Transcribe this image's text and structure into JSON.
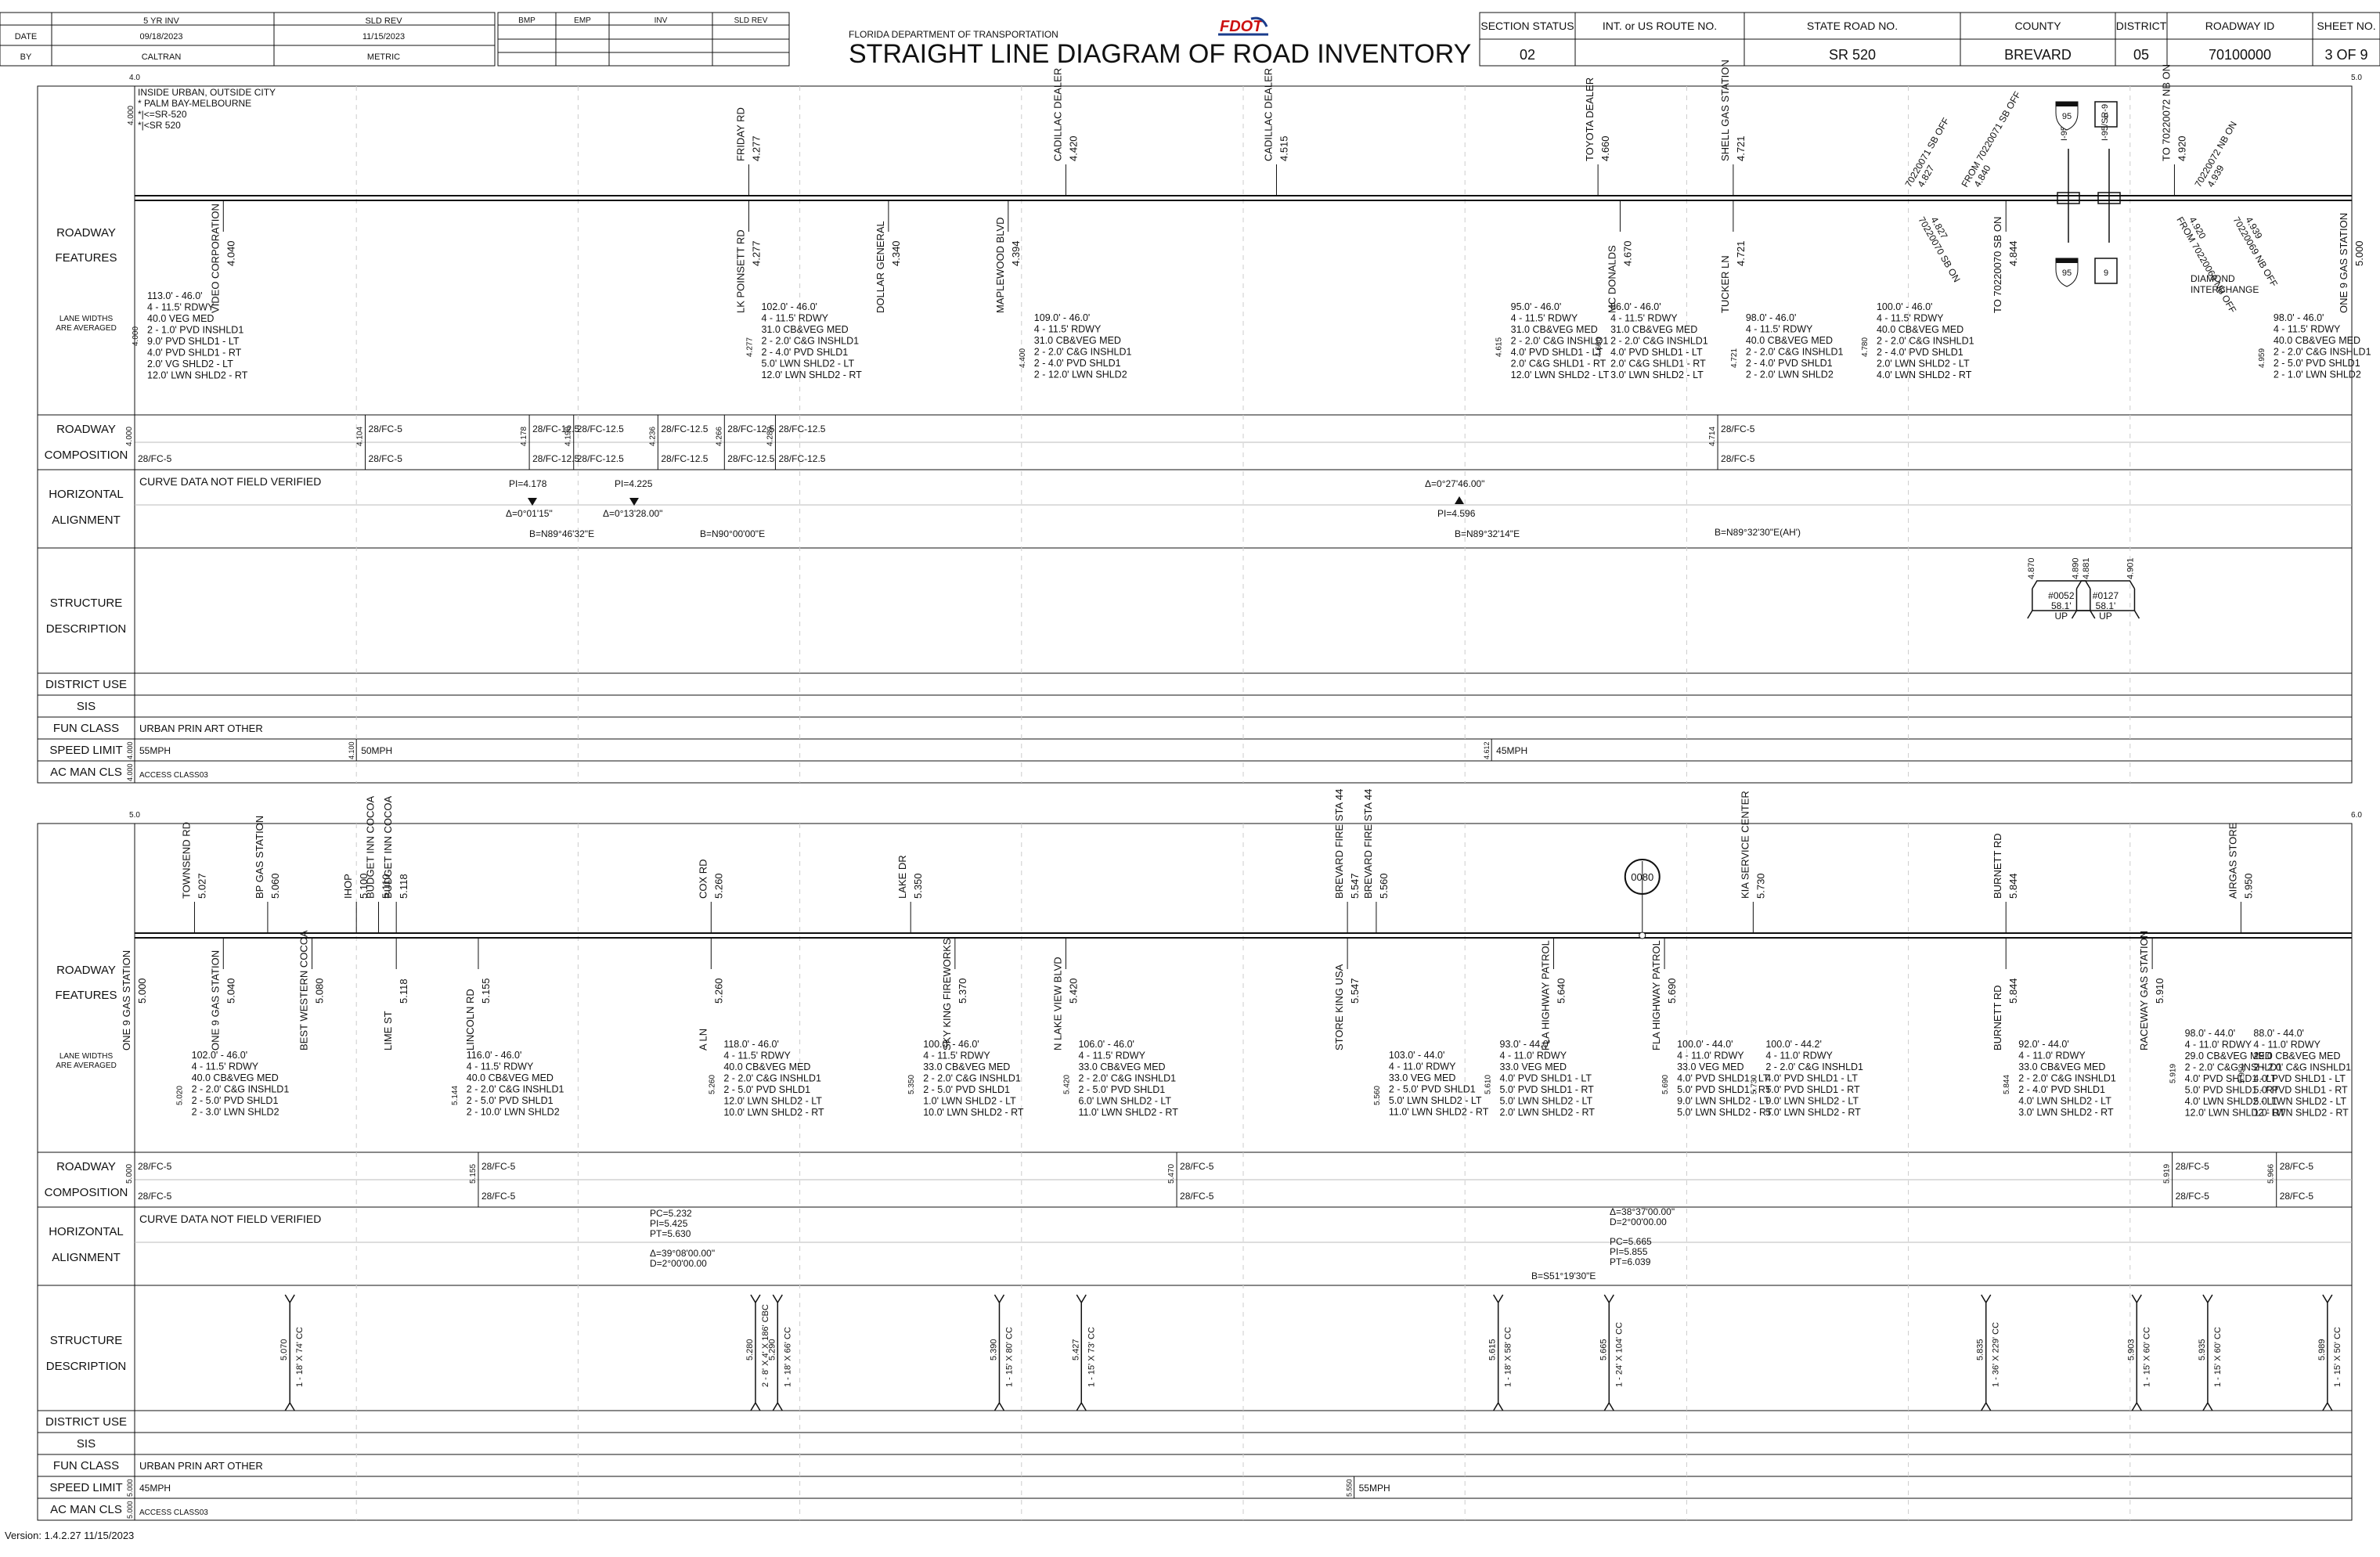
{
  "header": {
    "inv_label": "5 YR INV",
    "sld_label": "SLD REV",
    "date_label": "DATE",
    "date_value": "09/18/2023",
    "sld_date": "11/15/2023",
    "by_label": "BY",
    "by_value": "CALTRAN",
    "units": "METRIC",
    "rev_cols": [
      "BMP",
      "EMP",
      "INV",
      "SLD REV"
    ],
    "agency": "FLORIDA DEPARTMENT OF TRANSPORTATION",
    "logo_text": "FDOT",
    "title": "STRAIGHT LINE DIAGRAM OF ROAD INVENTORY",
    "fields": [
      {
        "label": "SECTION STATUS",
        "value": "02"
      },
      {
        "label": "INT. or US ROUTE NO.",
        "value": ""
      },
      {
        "label": "STATE ROAD NO.",
        "value": "SR 520"
      },
      {
        "label": "COUNTY",
        "value": "BREVARD"
      },
      {
        "label": "DISTRICT",
        "value": "05"
      },
      {
        "label": "ROADWAY ID",
        "value": "70100000"
      },
      {
        "label": "SHEET NO.",
        "value": "3 OF 9"
      }
    ]
  },
  "row_labels": {
    "roadway": "ROADWAY",
    "features": "FEATURES",
    "lane_widths_1": "LANE WIDTHS",
    "lane_widths_2": "ARE AVERAGED",
    "composition": "COMPOSITION",
    "horizontal": "HORIZONTAL",
    "alignment": "ALIGNMENT",
    "structure": "STRUCTURE",
    "description": "DESCRIPTION",
    "district_use": "DISTRICT USE",
    "sis": "SIS",
    "fun_class": "FUN CLASS",
    "speed_limit": "SPEED LIMIT",
    "ac_man_cls": "AC MAN CLS"
  },
  "panel1": {
    "scale_start": "4.0",
    "scale_end": "5.0",
    "urban_note": [
      "INSIDE URBAN, OUTSIDE CITY",
      "* PALM BAY-MELBOURNE",
      "*|<=SR-520",
      "*|<SR  520"
    ],
    "urban_mp": "4.000",
    "features_above": [
      {
        "name": "FRIDAY RD",
        "mp": "4.277"
      },
      {
        "name": "CADILLAC DEALER",
        "mp": "4.420"
      },
      {
        "name": "CADILLAC DEALER",
        "mp": "4.515"
      },
      {
        "name": "TOYOTA DEALER",
        "mp": "4.660"
      },
      {
        "name": "SHELL GAS STATION",
        "mp": "4.721"
      },
      {
        "name": "TO 70220072 NB ON",
        "mp": "4.920"
      }
    ],
    "features_below": [
      {
        "name": "VIDEO CORPORATION",
        "mp": "4.040"
      },
      {
        "name": "LK POINSETT RD",
        "mp": "4.277"
      },
      {
        "name": "DOLLAR GENERAL",
        "mp": "4.340"
      },
      {
        "name": "MAPLEWOOD BLVD",
        "mp": "4.394"
      },
      {
        "name": "MC DONALDS",
        "mp": "4.670"
      },
      {
        "name": "TUCKER LN",
        "mp": "4.721"
      },
      {
        "name": "TO 70220070 SB ON",
        "mp": "4.844"
      },
      {
        "name": "ONE 9 GAS STATION",
        "mp": "5.000"
      }
    ],
    "ramps": [
      {
        "name": "70220071 SB OFF",
        "mp": "4.827"
      },
      {
        "name": "FROM 70220071 SB OFF",
        "mp": "4.840"
      },
      {
        "name": "70220070 SB ON",
        "mp": "4.827"
      },
      {
        "name": "70220072 NB ON",
        "mp": "4.939"
      },
      {
        "name": "FROM 70220069 NB OFF",
        "mp": "4.920"
      },
      {
        "name": "70220069 NB OFF",
        "mp": "4.939"
      }
    ],
    "shields": [
      "95",
      "9"
    ],
    "interstate_labels": [
      "I-95/SR-9",
      "I-95/SR-9"
    ],
    "interchange": [
      "DIAMOND",
      "INTERCHANGE"
    ],
    "lane_blocks": [
      {
        "mp": "4.000",
        "lines": [
          "113.0' - 46.0'",
          "4 - 11.5' RDWY",
          "40.0 VEG MED",
          "2 - 1.0' PVD INSHLD1",
          "9.0' PVD SHLD1 - LT",
          "4.0' PVD SHLD1 - RT",
          "2.0' VG SHLD2 - LT",
          "12.0' LWN SHLD2 - RT"
        ]
      },
      {
        "mp": "4.277",
        "lines": [
          "102.0' - 46.0'",
          "4 - 11.5' RDWY",
          "31.0 CB&VEG MED",
          "2 - 2.0' C&G INSHLD1",
          "2 - 4.0' PVD SHLD1",
          "5.0' LWN SHLD2 - LT",
          "12.0' LWN SHLD2 - RT"
        ]
      },
      {
        "mp": "4.400",
        "lines": [
          "109.0' - 46.0'",
          "4 - 11.5' RDWY",
          "31.0 CB&VEG MED",
          "2 - 2.0' C&G INSHLD1",
          "2 - 4.0' PVD SHLD1",
          "2 - 12.0' LWN SHLD2"
        ]
      },
      {
        "mp": "4.615",
        "lines": [
          "95.0' - 46.0'",
          "4 - 11.5' RDWY",
          "31.0 CB&VEG MED",
          "2 - 2.0' C&G INSHLD1",
          "4.0' PVD SHLD1 - LT",
          "2.0' C&G SHLD1 - RT",
          "12.0' LWN SHLD2 - LT"
        ]
      },
      {
        "mp": "4.660",
        "lines": [
          "86.0' - 46.0'",
          "4 - 11.5' RDWY",
          "31.0 CB&VEG MED",
          "2 - 2.0' C&G INSHLD1",
          "4.0' PVD SHLD1 - LT",
          "2.0' C&G SHLD1 - RT",
          "3.0' LWN SHLD2 - LT"
        ]
      },
      {
        "mp": "4.721",
        "lines": [
          "98.0' - 46.0'",
          "4 - 11.5' RDWY",
          "40.0 CB&VEG MED",
          "2 - 2.0' C&G INSHLD1",
          "2 - 4.0' PVD SHLD1",
          "2 - 2.0' LWN SHLD2"
        ]
      },
      {
        "mp": "4.780",
        "lines": [
          "100.0' - 46.0'",
          "4 - 11.5' RDWY",
          "40.0 CB&VEG MED",
          "2 - 2.0' C&G INSHLD1",
          "2 - 4.0' PVD SHLD1",
          "2.0' LWN SHLD2 - LT",
          "4.0' LWN SHLD2 - RT"
        ]
      },
      {
        "mp": "4.959",
        "lines": [
          "98.0' - 46.0'",
          "4 - 11.5' RDWY",
          "40.0 CB&VEG MED",
          "2 - 2.0' C&G INSHLD1",
          "2 - 5.0' PVD SHLD1",
          "2 - 1.0' LWN SHLD2"
        ]
      }
    ],
    "composition": {
      "breaks": [
        "4.000",
        "4.104",
        "4.178",
        "4.198",
        "4.236",
        "4.266",
        "4.289",
        "4.714"
      ],
      "top": [
        "28/FC-5",
        "28/FC-12.5",
        "28/FC-12.5",
        "28/FC-12.5",
        "28/FC-12.5",
        "28/FC-12.5",
        "28/FC-5"
      ],
      "bottom": [
        "28/FC-5",
        "28/FC-5",
        "28/FC-12.5",
        "28/FC-12.5",
        "28/FC-12.5",
        "28/FC-12.5",
        "28/FC-12.5",
        "28/FC-5"
      ]
    },
    "alignment": {
      "note": "CURVE DATA NOT FIELD VERIFIED",
      "pi1": "PI=4.178",
      "d1": "Δ=0°01'15\"",
      "pi2": "PI=4.225",
      "d2": "Δ=0°13'28.00\"",
      "pi3": "PI=4.596",
      "d3": "Δ=0°27'46.00\"",
      "bearings": [
        "B=N89°46'32\"E",
        "B=N90°00'00\"E",
        "B=N89°32'14\"E",
        "B=N89°32'30\"E(AH')"
      ]
    },
    "structures": [
      {
        "mp": "4.870",
        "id": "#0052",
        "len": "58.1'",
        "dir": "UP",
        "mp2": "4.881"
      },
      {
        "mp": "4.890",
        "id": "#0127",
        "len": "58.1'",
        "dir": "UP",
        "mp2": "4.901"
      }
    ],
    "fun_class": "URBAN PRIN ART OTHER",
    "speed": [
      {
        "mp": "4.000",
        "value": "55MPH"
      },
      {
        "mp": "4.100",
        "value": "50MPH"
      },
      {
        "mp": "4.612",
        "value": "45MPH"
      }
    ],
    "ac_man": "ACCESS CLASS03",
    "ac_mp": "4.000"
  },
  "panel2": {
    "scale_start": "5.0",
    "scale_end": "6.0",
    "features_above": [
      {
        "name": "TOWNSEND RD",
        "mp": "5.027"
      },
      {
        "name": "BP GAS STATION",
        "mp": "5.060"
      },
      {
        "name": "IHOP",
        "mp": "5.100"
      },
      {
        "name": "BUDGET INN COCOA",
        "mp": "5.110"
      },
      {
        "name": "BUDGET INN COCOA",
        "mp": "5.118"
      },
      {
        "name": "COX RD",
        "mp": "5.260"
      },
      {
        "name": "LAKE DR",
        "mp": "5.350"
      },
      {
        "name": "BREVARD FIRE STA 44",
        "mp": "5.547"
      },
      {
        "name": "BREVARD FIRE STA 44",
        "mp": "5.560"
      },
      {
        "name": "KIA SERVICE CENTER",
        "mp": "5.730"
      },
      {
        "name": "BURNETT RD",
        "mp": "5.844"
      },
      {
        "name": "AIRGAS STORE",
        "mp": "5.950"
      }
    ],
    "features_below": [
      {
        "name": "ONE 9 GAS STATION",
        "mp": "5.000"
      },
      {
        "name": "ONE 9 GAS STATION",
        "mp": "5.040"
      },
      {
        "name": "BEST WESTERN COCOA",
        "mp": "5.080"
      },
      {
        "name": "LIME ST",
        "mp": "5.118"
      },
      {
        "name": "LINCOLN RD",
        "mp": "5.155"
      },
      {
        "name": "A LN",
        "mp": "5.260"
      },
      {
        "name": "SKY KING FIREWORKS",
        "mp": "5.370"
      },
      {
        "name": "N LAKE VIEW BLVD",
        "mp": "5.420"
      },
      {
        "name": "STORE KING USA",
        "mp": "5.547"
      },
      {
        "name": "FLA HIGHWAY PATROL",
        "mp": "5.640"
      },
      {
        "name": "FLA HIGHWAY PATROL",
        "mp": "5.690"
      },
      {
        "name": "BURNETT RD",
        "mp": "5.844"
      },
      {
        "name": "RACEWAY GAS STATION",
        "mp": "5.910"
      }
    ],
    "marker": {
      "label": "0080",
      "mp": "5.680"
    },
    "lane_blocks": [
      {
        "mp": "5.020",
        "lines": [
          "102.0' - 46.0'",
          "4 - 11.5' RDWY",
          "40.0 CB&VEG MED",
          "2 - 2.0' C&G INSHLD1",
          "2 - 5.0' PVD SHLD1",
          "2 - 3.0' LWN SHLD2"
        ]
      },
      {
        "mp": "5.144",
        "lines": [
          "116.0' - 46.0'",
          "4 - 11.5' RDWY",
          "40.0 CB&VEG MED",
          "2 - 2.0' C&G INSHLD1",
          "2 - 5.0' PVD SHLD1",
          "2 - 10.0' LWN SHLD2"
        ]
      },
      {
        "mp": "5.260",
        "lines": [
          "118.0' - 46.0'",
          "4 - 11.5' RDWY",
          "40.0 CB&VEG MED",
          "2 - 2.0' C&G INSHLD1",
          "2 - 5.0' PVD SHLD1",
          "12.0' LWN SHLD2 - LT",
          "10.0' LWN SHLD2 - RT"
        ]
      },
      {
        "mp": "5.350",
        "lines": [
          "100.0' - 46.0'",
          "4 - 11.5' RDWY",
          "33.0 CB&VEG MED",
          "2 - 2.0' C&G INSHLD1",
          "2 - 5.0' PVD SHLD1",
          "1.0' LWN SHLD2 - LT",
          "10.0' LWN SHLD2 - RT"
        ]
      },
      {
        "mp": "5.420",
        "lines": [
          "106.0' - 46.0'",
          "4 - 11.5' RDWY",
          "33.0 CB&VEG MED",
          "2 - 2.0' C&G INSHLD1",
          "2 - 5.0' PVD SHLD1",
          "6.0' LWN SHLD2 - LT",
          "11.0' LWN SHLD2 - RT"
        ]
      },
      {
        "mp": "5.560",
        "lines": [
          "103.0' - 44.0'",
          "4 - 11.0' RDWY",
          "33.0 VEG MED",
          "2 - 5.0' PVD SHLD1",
          "5.0' LWN SHLD2 - LT",
          "11.0' LWN SHLD2 - RT"
        ]
      },
      {
        "mp": "5.610",
        "lines": [
          "93.0' - 44.0'",
          "4 - 11.0' RDWY",
          "33.0 VEG MED",
          "4.0' PVD SHLD1 - LT",
          "5.0' PVD SHLD1 - RT",
          "5.0' LWN SHLD2 - LT",
          "2.0' LWN SHLD2 - RT"
        ]
      },
      {
        "mp": "5.690",
        "lines": [
          "100.0' - 44.0'",
          "4 - 11.0' RDWY",
          "33.0 VEG MED",
          "4.0' PVD SHLD1 - LT",
          "5.0' PVD SHLD1 - RT",
          "9.0' LWN SHLD2 - LT",
          "5.0' LWN SHLD2 - RT"
        ]
      },
      {
        "mp": "5.730",
        "lines": [
          "100.0' - 44.2'",
          "4 - 11.0' RDWY",
          "2 - 2.0' C&G INSHLD1",
          "4.0' PVD SHLD1 - LT",
          "5.0' PVD SHLD1 - RT",
          "9.0' LWN SHLD2 - LT",
          "5.0' LWN SHLD2 - RT"
        ]
      },
      {
        "mp": "5.844",
        "lines": [
          "92.0' - 44.0'",
          "4 - 11.0' RDWY",
          "33.0 CB&VEG MED",
          "2 - 2.0' C&G INSHLD1",
          "2 - 4.0' PVD SHLD1",
          "4.0' LWN SHLD2 - LT",
          "3.0' LWN SHLD2 - RT"
        ]
      },
      {
        "mp": "5.919",
        "lines": [
          "98.0' - 44.0'",
          "4 - 11.0' RDWY",
          "29.0 CB&VEG MED",
          "2 - 2.0' C&G INSHLD1",
          "4.0' PVD SHLD1 - LT",
          "5.0' PVD SHLD1 - RT",
          "4.0' LWN SHLD2 - LT",
          "12.0' LWN SHLD2 - RT"
        ]
      },
      {
        "mp": "5.950",
        "lines": [
          "88.0' - 44.0'",
          "4 - 11.0' RDWY",
          "29.0 CB&VEG MED",
          "2 - 2.0' C&G INSHLD1",
          "4.0' PVD SHLD1 - LT",
          "5.0' PVD SHLD1 - RT",
          "5.0' LWN SHLD2 - LT",
          "1.0' LWN SHLD2 - RT"
        ]
      }
    ],
    "composition": {
      "breaks": [
        "5.000",
        "5.155",
        "5.470",
        "5.919",
        "5.966"
      ],
      "top": [
        "28/FC-5",
        "28/FC-5",
        "28/FC-5",
        "28/FC-5",
        "28/FC-5"
      ],
      "bottom": [
        "28/FC-5",
        "28/FC-5",
        "28/FC-5",
        "28/FC-5",
        "28/FC-5"
      ]
    },
    "alignment": {
      "note": "CURVE DATA NOT FIELD VERIFIED",
      "c1": [
        "PC=5.232",
        "PI=5.425",
        "PT=5.630",
        "Δ=39°08'00.00\"",
        "D=2°00'00.00"
      ],
      "c2": [
        "Δ=38°37'00.00\"",
        "D=2°00'00.00",
        "PC=5.665",
        "PI=5.855",
        "PT=6.039"
      ],
      "bearing": "B=S51°19'30\"E"
    },
    "culverts": [
      {
        "mp": "5.070",
        "desc": "1 - 18' X 74' CC"
      },
      {
        "mp": "5.280",
        "desc": "2 - 8' X 4' X 186' CBC"
      },
      {
        "mp": "5.290",
        "desc": "1 - 18' X 66' CC"
      },
      {
        "mp": "5.390",
        "desc": "1 - 15' X 80' CC"
      },
      {
        "mp": "5.427",
        "desc": "1 - 15' X 73' CC"
      },
      {
        "mp": "5.615",
        "desc": "1 - 18' X 58' CC"
      },
      {
        "mp": "5.665",
        "desc": "1 - 24' X 104' CC"
      },
      {
        "mp": "5.835",
        "desc": "1 - 36' X 229' CC"
      },
      {
        "mp": "5.903",
        "desc": "1 - 15' X 60' CC"
      },
      {
        "mp": "5.935",
        "desc": "1 - 15' X 60' CC"
      },
      {
        "mp": "5.989",
        "desc": "1 - 15' X 50' CC"
      }
    ],
    "fun_class": "URBAN PRIN ART OTHER",
    "speed": [
      {
        "mp": "5.000",
        "value": "45MPH"
      },
      {
        "mp": "5.550",
        "value": "55MPH"
      }
    ],
    "ac_man": "ACCESS CLASS03",
    "ac_mp": "5.000"
  },
  "footer": {
    "version": "Version: 1.4.2.27 11/15/2023"
  }
}
